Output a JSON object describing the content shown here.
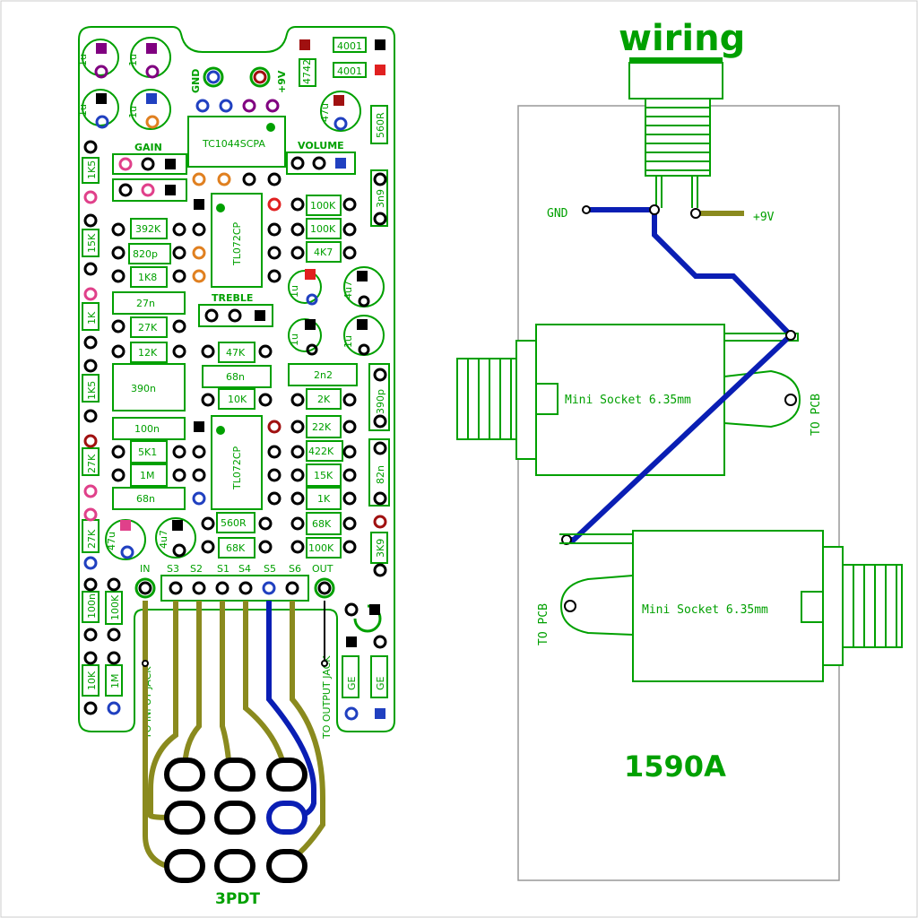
{
  "title": "wiring",
  "enclosure": "1590A",
  "footswitch": "3PDT",
  "board_labels": {
    "gain": "GAIN",
    "volume": "VOLUME",
    "treble": "TREBLE",
    "gnd": "GND",
    "v9": "+9V",
    "charge_pump": "TC1044SCPA",
    "opamp1": "TL072CP",
    "opamp2": "TL072CP",
    "to_input_jack": "TO INPUT JACK",
    "to_output_jack": "TO OUTPUT JACK"
  },
  "header_pins": [
    "IN",
    "S3",
    "S2",
    "S1",
    "S4",
    "S5",
    "S6",
    "OUT"
  ],
  "components_left": [
    "1K5",
    "15K",
    "1K",
    "1K5",
    "27K",
    "27K",
    "100n",
    "10K",
    "100K",
    "1M"
  ],
  "components_mid": [
    "392K",
    "820p",
    "1K8",
    "27n",
    "27K",
    "12K",
    "390n",
    "100n",
    "5K1",
    "1M",
    "68n"
  ],
  "components_center": [
    "47K",
    "68n",
    "10K",
    "560R",
    "68K"
  ],
  "components_right": [
    "100K",
    "100K",
    "4K7",
    "2n2",
    "2K",
    "22K",
    "422K",
    "15K",
    "1K",
    "68K",
    "100K"
  ],
  "components_far_right": [
    "3n9",
    "390p",
    "82n",
    "3K9",
    "560R"
  ],
  "caps": [
    "1u",
    "1u",
    "1u",
    "1u",
    "47u",
    "1u",
    "4u7",
    "1u",
    "1u",
    "47u",
    "4u7"
  ],
  "diodes": [
    "4001",
    "4001",
    "4742",
    "GE",
    "GE"
  ],
  "wiring": {
    "gnd": "GND",
    "v9": "+9V",
    "socket1": "Mini Socket 6.35mm",
    "socket2": "Mini Socket 6.35mm",
    "to_pcb_1": "TO PCB",
    "to_pcb_2": "TO PCB"
  },
  "colors": {
    "silkscreen": "#00a000",
    "wire_blue": "#0a1eb4",
    "wire_olive": "#8a8a1e"
  }
}
